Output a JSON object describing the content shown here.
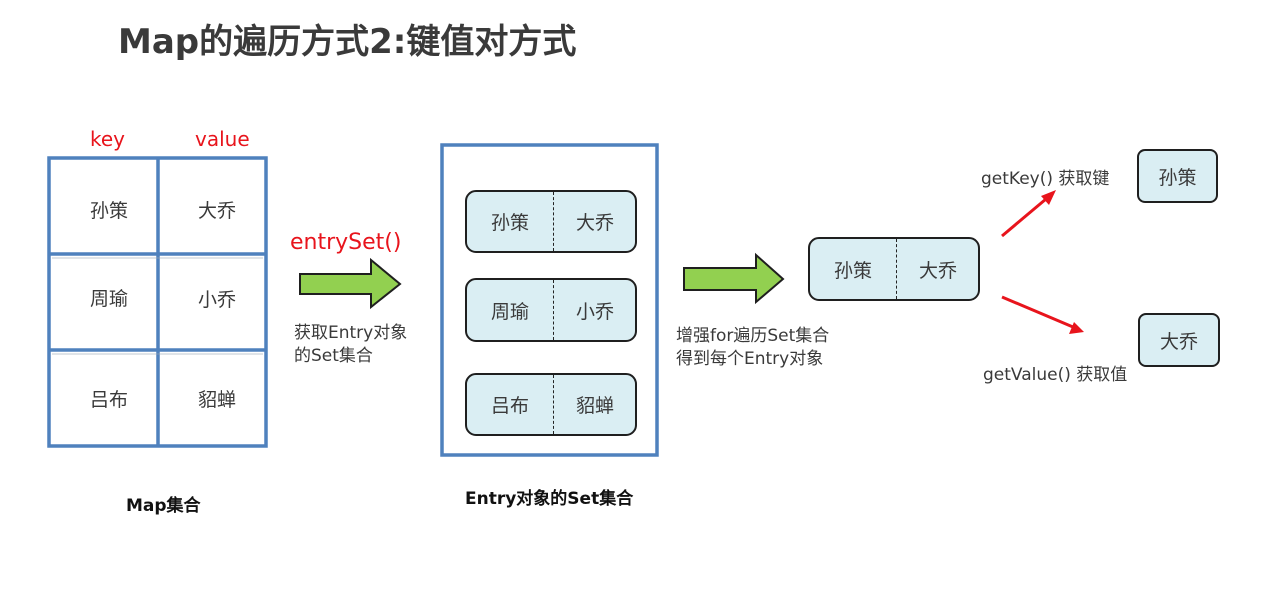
{
  "title": "Map的遍历方式2:键值对方式",
  "map": {
    "key_header": "key",
    "value_header": "value",
    "rows": [
      {
        "key": "孙策",
        "value": "大乔"
      },
      {
        "key": "周瑜",
        "value": "小乔"
      },
      {
        "key": "吕布",
        "value": "貂蝉"
      }
    ],
    "caption": "Map集合"
  },
  "step1": {
    "method": "entrySet()",
    "note_line1": "获取Entry对象",
    "note_line2": "的Set集合"
  },
  "entry_set": {
    "entries": [
      {
        "key": "孙策",
        "value": "大乔"
      },
      {
        "key": "周瑜",
        "value": "小乔"
      },
      {
        "key": "吕布",
        "value": "貂蝉"
      }
    ],
    "caption": "Entry对象的Set集合"
  },
  "step2": {
    "note_line1": "增强for遍历Set集合",
    "note_line2": "得到每个Entry对象"
  },
  "single_entry": {
    "key": "孙策",
    "value": "大乔"
  },
  "get_key": {
    "method": "getKey() 获取键",
    "result": "孙策"
  },
  "get_value": {
    "method": "getValue() 获取值",
    "result": "大乔"
  },
  "colors": {
    "grid_border": "#4f81bd",
    "entry_fill": "#daeef3",
    "arrow_green": "#92d050",
    "red": "#e8141c"
  }
}
